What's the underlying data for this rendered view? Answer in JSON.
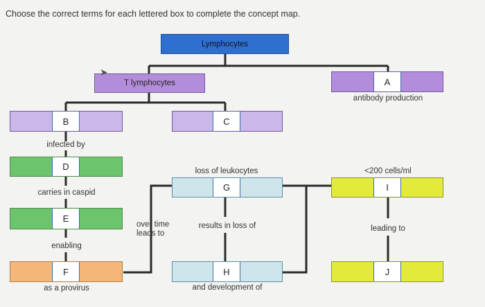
{
  "instruction": "Choose the correct terms for each lettered box to complete the concept map.",
  "boxes": {
    "lymphocytes": "Lymphocytes",
    "t_lymphocytes": "T lymphocytes",
    "a": "A",
    "b": "B",
    "c": "C",
    "d": "D",
    "e": "E",
    "f": "F",
    "g": "G",
    "h": "H",
    "i": "I",
    "j": "J"
  },
  "labels": {
    "antibody_production": "antibody production",
    "infected_by": "infected by",
    "carries_in_caspid": "carries in caspid",
    "enabling": "enabling",
    "as_a_provirus": "as a provirus",
    "over_time_leads_to": "over time leads to",
    "loss_of_leukocytes": "loss of leukocytes",
    "results_in_loss_of": "results in loss of",
    "and_development_of": "and development of",
    "cells_count": "<200 cells/ml",
    "leading_to": "leading to"
  },
  "colors": {
    "blue": "#2f6fd0",
    "purple": "#b38ddb",
    "green": "#6cc56c",
    "lightblue": "#cfe5ec",
    "yellow": "#e3ea3a",
    "orange": "#f5b67a"
  }
}
